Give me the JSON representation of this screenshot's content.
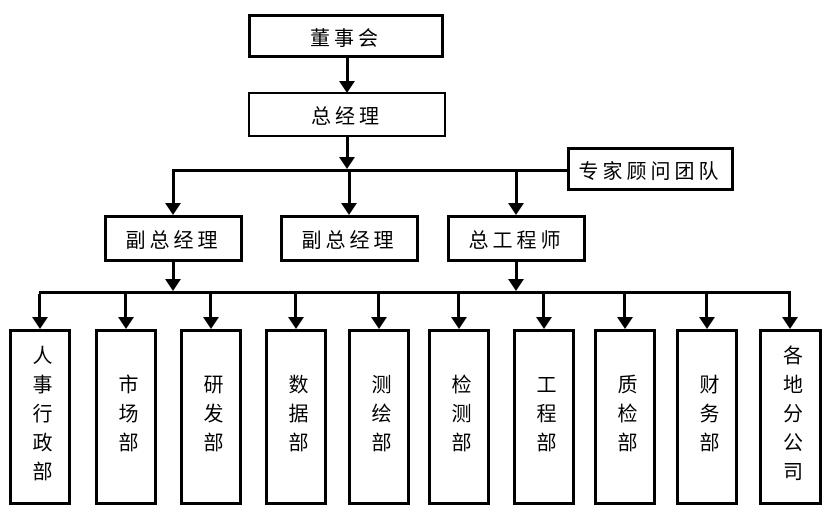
{
  "org_chart": {
    "board": {
      "label": "董事会"
    },
    "general_manager": {
      "label": "总经理"
    },
    "expert_advisors": {
      "label": "专家顾问团队"
    },
    "deputy_gm_1": {
      "label": "副总经理"
    },
    "deputy_gm_2": {
      "label": "副总经理"
    },
    "chief_engineer": {
      "label": "总工程师"
    },
    "departments": [
      {
        "label": "人事行政部"
      },
      {
        "label": "市场部"
      },
      {
        "label": "研发部"
      },
      {
        "label": "数据部"
      },
      {
        "label": "测绘部"
      },
      {
        "label": "检测部"
      },
      {
        "label": "工程部"
      },
      {
        "label": "质检部"
      },
      {
        "label": "财务部"
      },
      {
        "label": "各地分公司"
      }
    ],
    "colors": {
      "line": "#000000",
      "box_fill": "#ffffff",
      "text": "#000000",
      "background": "#ffffff"
    }
  }
}
